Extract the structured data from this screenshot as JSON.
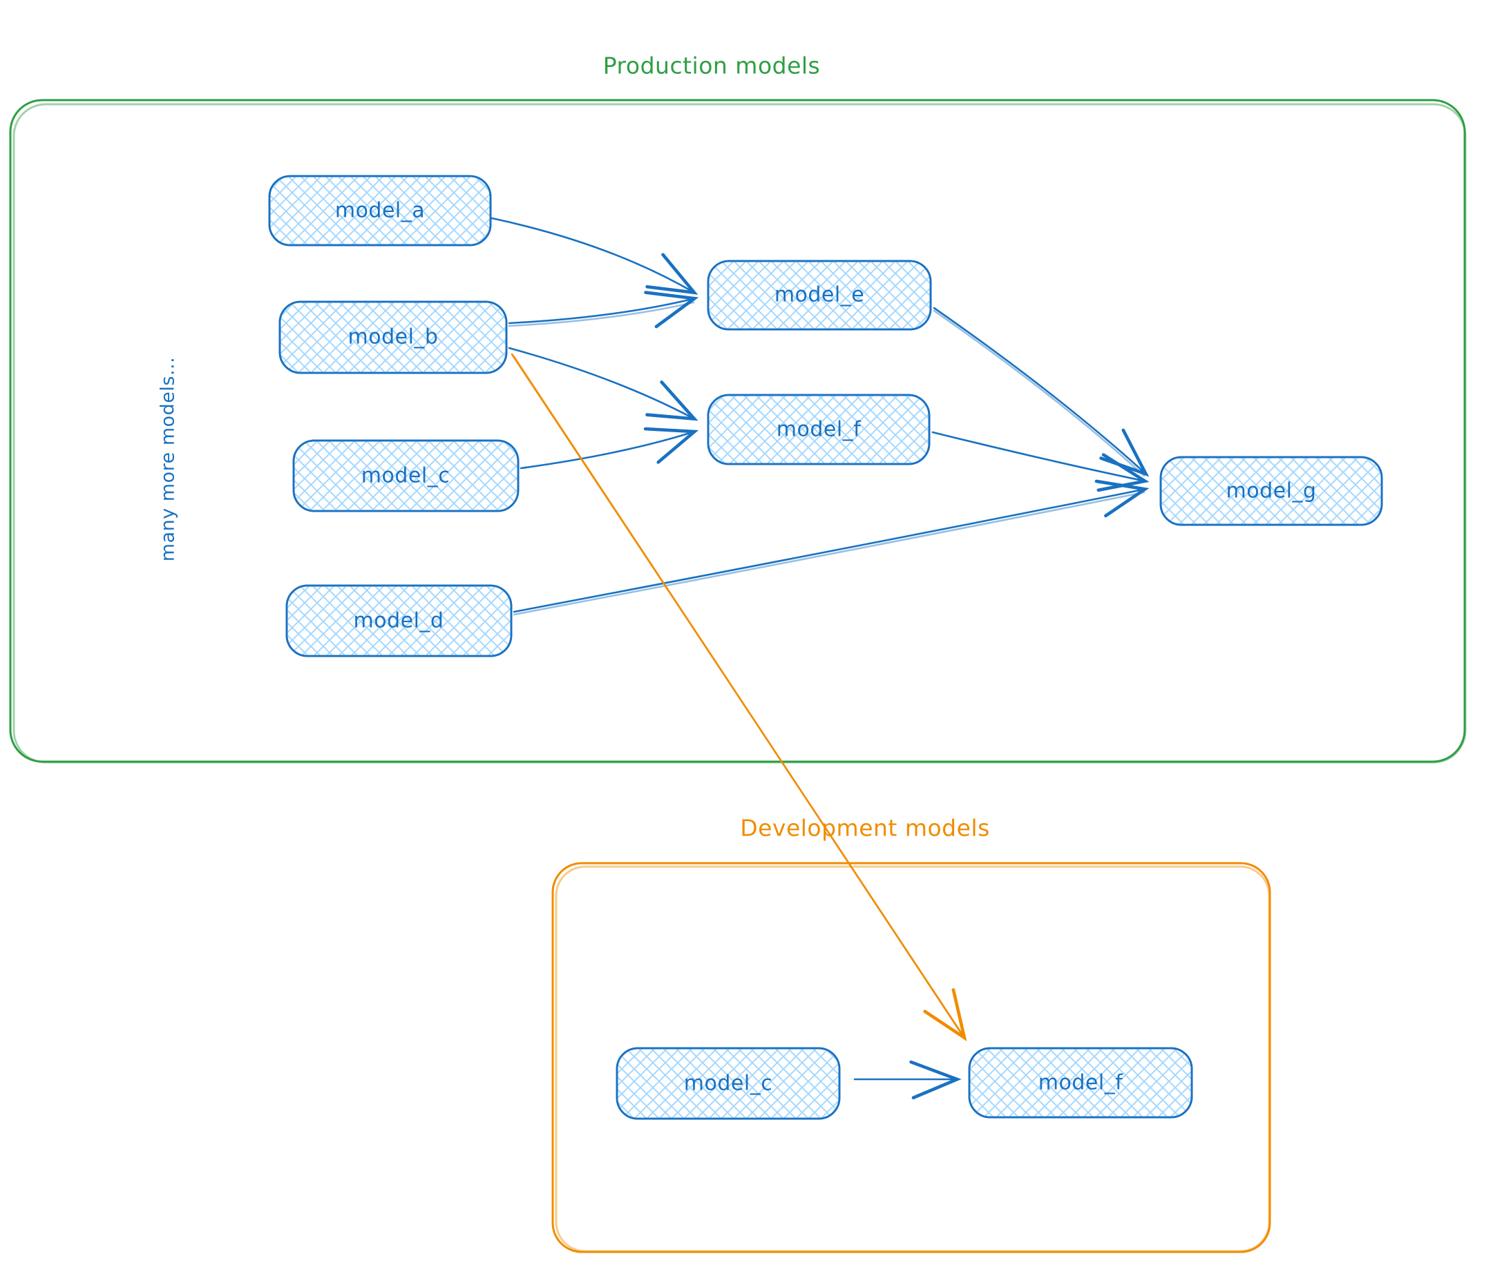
{
  "diagram_type": "model-dependency-graph",
  "colors": {
    "node_stroke_blue": "#1971c2",
    "node_hatch_fill": "#a5d8ff",
    "production_frame_green": "#2f9e44",
    "development_frame_orange": "#f08c00",
    "background": "#ffffff"
  },
  "production": {
    "title": "Production models",
    "side_note": "many more models...",
    "nodes": {
      "a": {
        "label": "model_a"
      },
      "b": {
        "label": "model_b"
      },
      "c": {
        "label": "model_c"
      },
      "d": {
        "label": "model_d"
      },
      "e": {
        "label": "model_e"
      },
      "f": {
        "label": "model_f"
      },
      "g": {
        "label": "model_g"
      }
    }
  },
  "development": {
    "title": "Development models",
    "nodes": {
      "c": {
        "label": "model_c"
      },
      "f": {
        "label": "model_f"
      }
    }
  },
  "edges": [
    {
      "from": "model_a",
      "to": "model_e",
      "scope": "production",
      "color": "blue"
    },
    {
      "from": "model_b",
      "to": "model_e",
      "scope": "production",
      "color": "blue"
    },
    {
      "from": "model_b",
      "to": "model_f",
      "scope": "production",
      "color": "blue"
    },
    {
      "from": "model_c",
      "to": "model_f",
      "scope": "production",
      "color": "blue"
    },
    {
      "from": "model_e",
      "to": "model_g",
      "scope": "production",
      "color": "blue"
    },
    {
      "from": "model_f",
      "to": "model_g",
      "scope": "production",
      "color": "blue"
    },
    {
      "from": "model_d",
      "to": "model_g",
      "scope": "production",
      "color": "blue"
    },
    {
      "from": "model_b (production)",
      "to": "model_f (development)",
      "scope": "cross-environment",
      "color": "orange"
    },
    {
      "from": "model_c (development)",
      "to": "model_f (development)",
      "scope": "development",
      "color": "blue"
    }
  ]
}
